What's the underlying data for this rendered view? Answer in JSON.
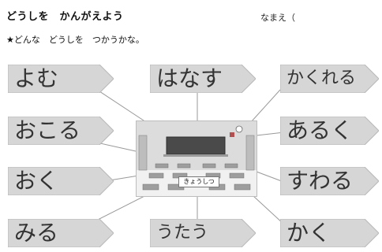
{
  "header": {
    "title": "どうしを　かんがえよう",
    "name_label": "なまえ（"
  },
  "instruction": "★どんな　どうしを　つかうかな。",
  "cards": [
    {
      "id": "yomu",
      "text": "よむ"
    },
    {
      "id": "hanasu",
      "text": "はなす"
    },
    {
      "id": "kakureru",
      "text": "かくれる"
    },
    {
      "id": "okoru",
      "text": "おこる"
    },
    {
      "id": "aruku",
      "text": "あるく"
    },
    {
      "id": "oku",
      "text": "おく"
    },
    {
      "id": "suwaru",
      "text": "すわる"
    },
    {
      "id": "miru",
      "text": "みる"
    },
    {
      "id": "utau",
      "text": "うたう"
    },
    {
      "id": "kaku",
      "text": "かく"
    }
  ],
  "illustration": {
    "caption": "きょうしつ"
  },
  "colors": {
    "card_fill": "#d6d6d6",
    "card_stroke": "#b8b8b8",
    "line": "#999999"
  }
}
